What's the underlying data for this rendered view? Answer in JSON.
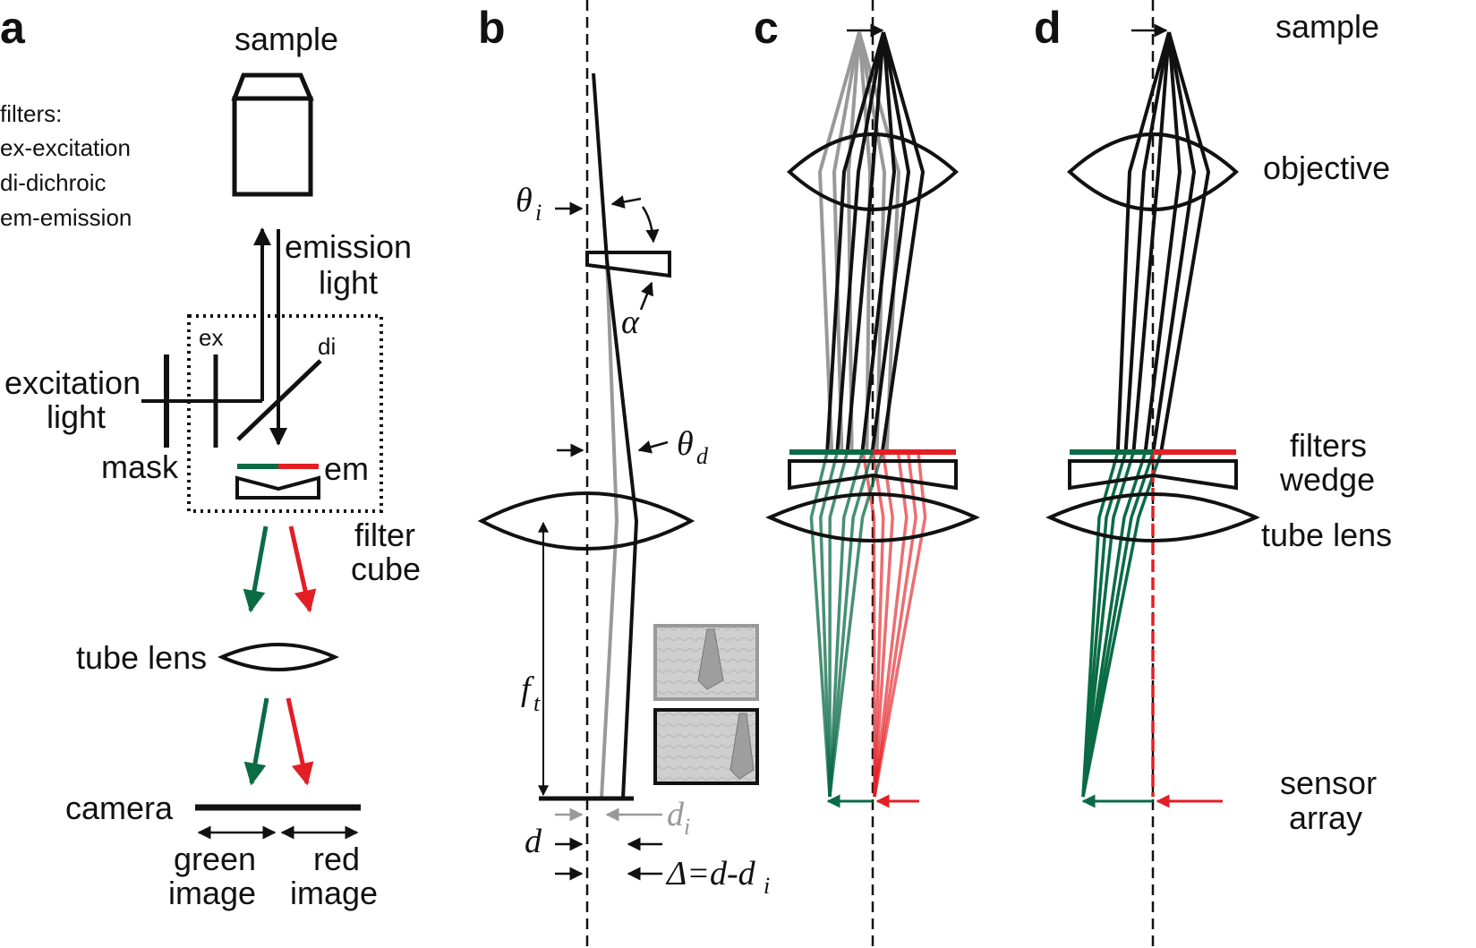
{
  "colors": {
    "green": "#0a6b45",
    "red": "#e31e24",
    "gray": "#999999",
    "black": "#111111"
  },
  "panel_letters": {
    "a": "a",
    "b": "b",
    "c": "c",
    "d": "d"
  },
  "panel_a": {
    "sample": "sample",
    "filters_title": "filters:",
    "filters_ex": "ex-excitation",
    "filters_di": "di-dichroic",
    "filters_em": "em-emission",
    "emission_1": "emission",
    "emission_2": "light",
    "ex": "ex",
    "di": "di",
    "excitation_1": "excitation",
    "excitation_2": "light",
    "mask": "mask",
    "em": "em",
    "cube_1": "filter",
    "cube_2": "cube",
    "tube_lens": "tube lens",
    "camera": "camera",
    "green_1": "green",
    "green_2": "image",
    "red_1": "red",
    "red_2": "image"
  },
  "panel_b": {
    "theta": "θ",
    "i": "i",
    "alpha": "α",
    "d_sub": "d",
    "f": "f",
    "t": "t",
    "d": "d",
    "delta": "Δ=d-d",
    "i2": "i"
  },
  "panel_cd": {
    "sample": "sample",
    "objective": "objective",
    "filters": "filters",
    "wedge": "wedge",
    "tube_lens": "tube lens",
    "sensor": "sensor",
    "array": "array"
  }
}
